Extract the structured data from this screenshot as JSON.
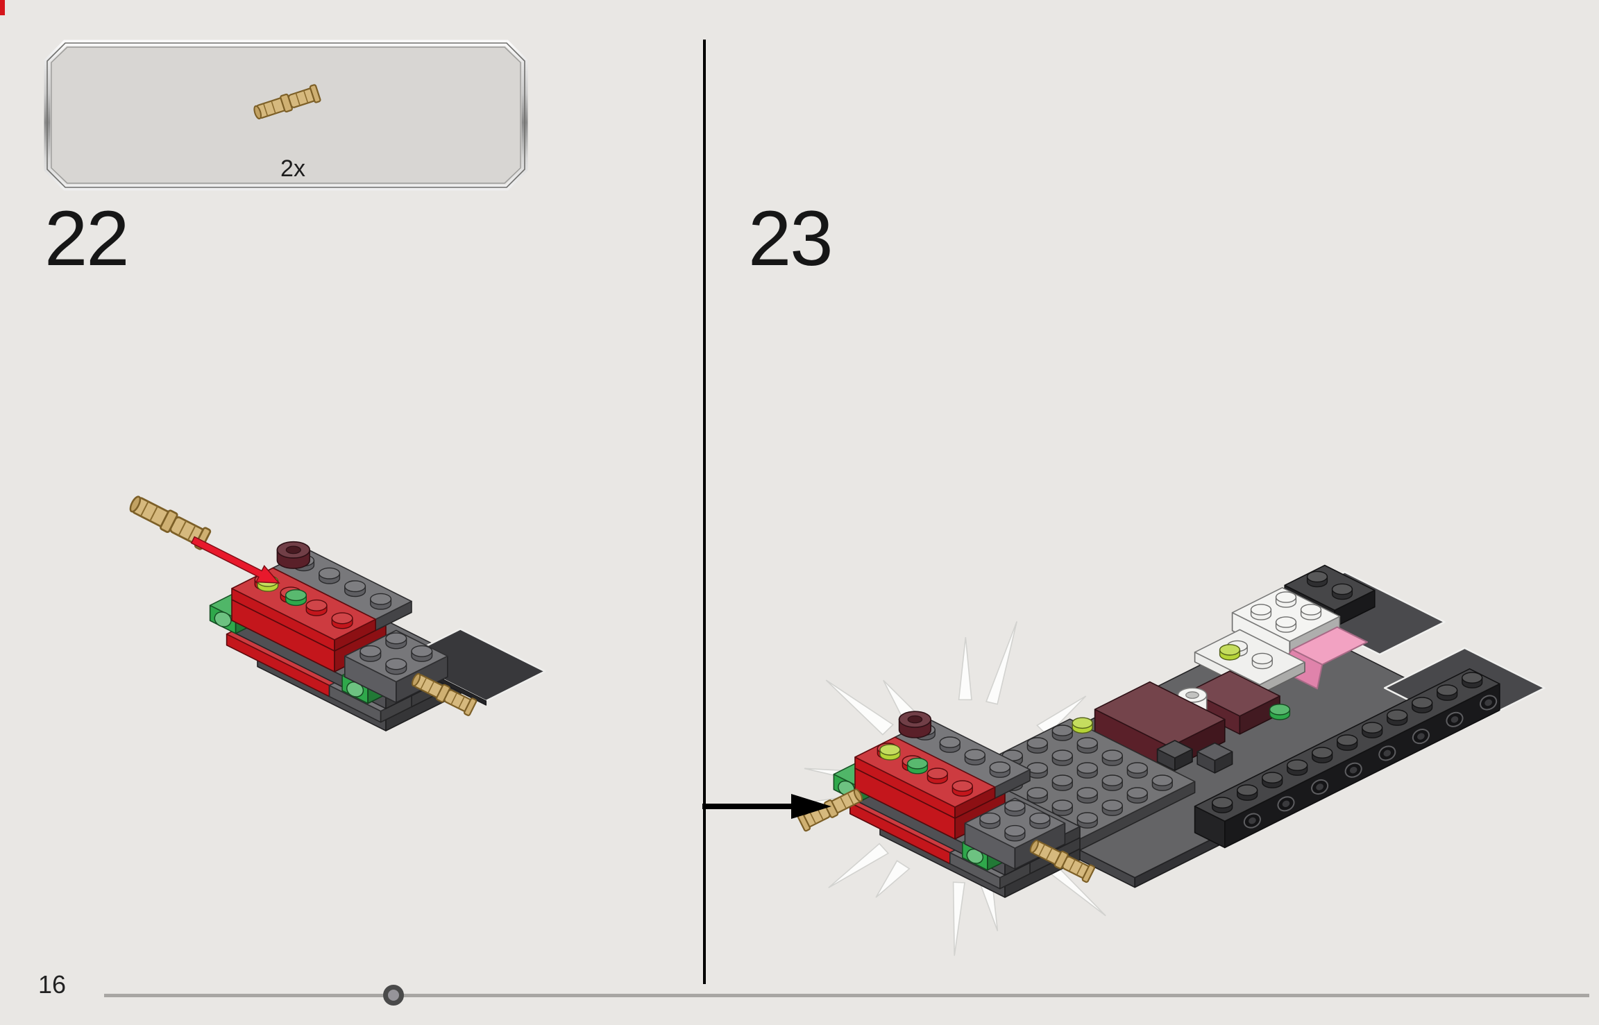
{
  "page": {
    "number": "16",
    "background": "#e9e7e4"
  },
  "callout": {
    "quantity": "2x",
    "part": "technic-pin-tan"
  },
  "steps": [
    {
      "number": "22"
    },
    {
      "number": "23"
    }
  ],
  "progress": {
    "fraction": 0.195
  },
  "colors": {
    "red": "#c4161c",
    "maroon": "#5a2029",
    "green": "#2fa84b",
    "lime": "#b6d437",
    "tan": "#d6b97e",
    "tan_dark": "#7c5f27",
    "gray": "#5a5a5d",
    "gray_dark": "#464649",
    "black": "#232325",
    "white": "#f2f2f0",
    "pink": "#f2a2c2",
    "arrow_red": "#e8192c",
    "burst_fill": "#fcfcfb",
    "burst_stroke": "#d2d2cf"
  }
}
